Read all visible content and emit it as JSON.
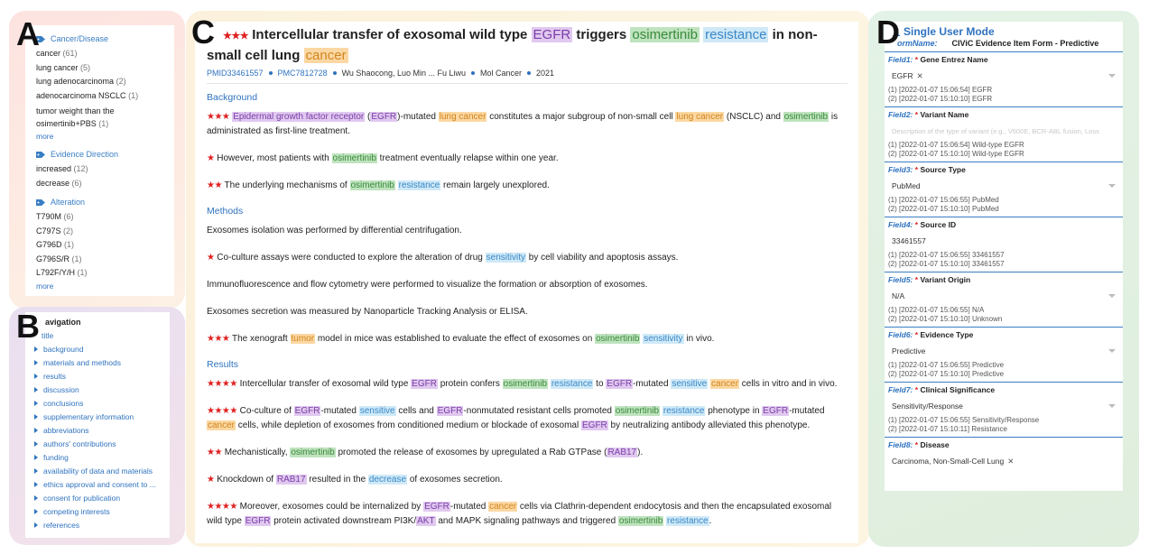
{
  "letters": {
    "a": "A",
    "b": "B",
    "c": "C",
    "d": "D"
  },
  "facets": {
    "cancer_disease": {
      "title": "Cancer/Disease",
      "items": [
        {
          "label": "cancer",
          "count": "(61)"
        },
        {
          "label": "lung cancer",
          "count": "(5)"
        },
        {
          "label": "lung adenocarcinoma",
          "count": "(2)"
        },
        {
          "label": "adenocarcinoma NSCLC",
          "count": "(1)"
        },
        {
          "label": "tumor weight than the osimertinib+PBS",
          "count": "(1)"
        }
      ],
      "more": "more"
    },
    "evidence_direction": {
      "title": "Evidence Direction",
      "items": [
        {
          "label": "increased",
          "count": "(12)"
        },
        {
          "label": "decrease",
          "count": "(6)"
        }
      ]
    },
    "alteration": {
      "title": "Alteration",
      "items": [
        {
          "label": "T790M",
          "count": "(6)"
        },
        {
          "label": "C797S",
          "count": "(2)"
        },
        {
          "label": "G796D",
          "count": "(1)"
        },
        {
          "label": "G796S/R",
          "count": "(1)"
        },
        {
          "label": "L792F/Y/H",
          "count": "(1)"
        }
      ],
      "more": "more"
    }
  },
  "navigation": {
    "title": "Navigation",
    "title_visible": "avigation",
    "top": "title",
    "items": [
      "background",
      "materials and methods",
      "results",
      "discussion",
      "conclusions",
      "supplementary information",
      "abbreviations",
      "authors' contributions",
      "funding",
      "availability of data and materials",
      "ethics approval and consent to ...",
      "consent for publication",
      "competing interests",
      "references"
    ]
  },
  "article": {
    "title_stars": "★★★",
    "title": {
      "t1": "Intercellular transfer of exosomal wild type ",
      "egfr": "EGFR",
      "t2": " triggers ",
      "osim": "osimertinib",
      "sp": " ",
      "res": "resistance",
      "t3": " in non-small cell lung ",
      "cancer": "cancer"
    },
    "pmid": "PMID33461557",
    "pmc": "PMC7812728",
    "authors": "Wu Shaocong, Luo Min ... Fu Liwu",
    "journal": "Mol Cancer",
    "year": "2021",
    "sections": {
      "background": "Background",
      "methods": "Methods",
      "results": "Results"
    },
    "s1": {
      "stars": "★★★",
      "a": "Epidermal growth factor receptor",
      "b": " (",
      "c": "EGFR",
      "d": ")-mutated ",
      "e": "lung cancer",
      "f": " constitutes a major subgroup of non-small cell ",
      "g": "lung cancer",
      "h": " (NSCLC) and ",
      "i": "osimertinib",
      "j": " is administrated as first-line treatment."
    },
    "s2": {
      "stars": "★",
      "a": " However, most patients with ",
      "b": "osimertinib",
      "c": " treatment eventually relapse within one year."
    },
    "s3": {
      "stars": "★★",
      "a": " The underlying mechanisms of ",
      "b": "osimertinib",
      "c": " ",
      "d": "resistance",
      "e": " remain largely unexplored."
    },
    "m1": "Exosomes isolation was performed by differential centrifugation.",
    "m2": {
      "stars": "★",
      "a": " Co-culture assays were conducted to explore the alteration of drug ",
      "b": "sensitivity",
      "c": " by cell viability and apoptosis assays."
    },
    "m3": "Immunofluorescence and flow cytometry were performed to visualize the formation or absorption of exosomes.",
    "m4": "Exosomes secretion was measured by Nanoparticle Tracking Analysis or ELISA.",
    "m5": {
      "stars": "★★★",
      "a": " The xenograft ",
      "b": "tumor",
      "c": " model in mice was established to evaluate the effect of exosomes on ",
      "d": "osimertinib",
      "e": " ",
      "f": "sensitivity",
      "g": " in vivo."
    },
    "r1": {
      "stars": "★★★★",
      "a": " Intercellular transfer of exosomal wild type ",
      "b": "EGFR",
      "c": " protein confers ",
      "d": "osimertinib",
      "e": " ",
      "f": "resistance",
      "g": " to ",
      "h": "EGFR",
      "i": "-mutated ",
      "j": "sensitive",
      "k": " ",
      "l": "cancer",
      "m": " cells in vitro and in vivo."
    },
    "r2": {
      "stars": "★★★★",
      "a": " Co-culture of ",
      "b": "EGFR",
      "c": "-mutated ",
      "d": "sensitive",
      "e": " cells and ",
      "f": "EGFR",
      "g": "-nonmutated resistant cells promoted ",
      "h": "osimertinib",
      "i": " ",
      "j": "resistance",
      "k": " phenotype in ",
      "l": "EGFR",
      "m": "-mutated ",
      "n": "cancer",
      "o": " cells, while depletion of exosomes from conditioned medium or blockade of exosomal ",
      "p": "EGFR",
      "q": " by neutralizing antibody alleviated this phenotype."
    },
    "r3": {
      "stars": "★★",
      "a": " Mechanistically, ",
      "b": "osimertinib",
      "c": " promoted the release of exosomes by upregulated a Rab GTPase (",
      "d": "RAB17",
      "e": ")."
    },
    "r4": {
      "stars": "★",
      "a": " Knockdown of ",
      "b": "RAB17",
      "c": " resulted in the ",
      "d": "decrease",
      "e": " of exosomes secretion."
    },
    "r5": {
      "stars": "★★★★",
      "a": " Moreover, exosomes could be internalized by ",
      "b": "EGFR",
      "c": "-mutated ",
      "d": "cancer",
      "e": " cells via Clathrin-dependent endocytosis and then the encapsulated exosomal wild type ",
      "f": "EGFR",
      "g": " protein activated downstream PI3K/",
      "h": "AKT",
      "i": " and MAPK signaling pathways and triggered ",
      "j": "osimertinib",
      "k": " ",
      "l": "resistance",
      "m": "."
    }
  },
  "form": {
    "mode": "Single User Mode",
    "form_name_label": "FormName:",
    "form_name_label_visible": "ormName:",
    "form_name": "CIViC Evidence Item Form - Predictive",
    "fields": [
      {
        "num": "Field1:",
        "req": "*",
        "label": "Gene Entrez Name",
        "value": "EGFR",
        "tag": true,
        "placeholder": "",
        "h1": "(1) [2022-01-07 15:06:54] EGFR",
        "h2": "(2) [2022-01-07 15:10:10] EGFR"
      },
      {
        "num": "Field2:",
        "req": "*",
        "label": "Variant Name",
        "value": "",
        "tag": false,
        "placeholder": "Description of the type of variant (e.g., V600E, BCR-ABL fusion, Loss",
        "h1": "(1) [2022-01-07 15:06:54] Wild-type EGFR",
        "h2": "(2) [2022-01-07 15:10:10] Wild-type EGFR"
      },
      {
        "num": "Field3:",
        "req": "*",
        "label": "Source Type",
        "value": "PubMed",
        "tag": false,
        "placeholder": "",
        "h1": "(1) [2022-01-07 15:06:55] PubMed",
        "h2": "(2) [2022-01-07 15:10:10] PubMed"
      },
      {
        "num": "Field4:",
        "req": "*",
        "label": "Source ID",
        "value": "33461557",
        "tag": false,
        "placeholder": "",
        "h1": "(1) [2022-01-07 15:06:55] 33461557",
        "h2": "(2) [2022-01-07 15:10:10] 33461557"
      },
      {
        "num": "Field5:",
        "req": "*",
        "label": "Variant Origin",
        "value": "N/A",
        "tag": false,
        "placeholder": "",
        "h1": "(1) [2022-01-07 15:06:55] N/A",
        "h2": "(2) [2022-01-07 15:10:10] Unknown"
      },
      {
        "num": "Field6:",
        "req": "*",
        "label": "Evidence Type",
        "value": "Predictive",
        "tag": false,
        "placeholder": "",
        "h1": "(1) [2022-01-07 15:06:55] Predictive",
        "h2": "(2) [2022-01-07 15:10:10] Predictive"
      },
      {
        "num": "Field7:",
        "req": "*",
        "label": "Clinical Significance",
        "value": "Sensitivity/Response",
        "tag": false,
        "placeholder": "",
        "h1": "(1) [2022-01-07 15:06:55] Sensitivity/Response",
        "h2": "(2) [2022-01-07 15:10:11] Resistance"
      },
      {
        "num": "Field8:",
        "req": "*",
        "label": "Disease",
        "value": "Carcinoma, Non-Small-Cell Lung",
        "tag": true,
        "placeholder": "",
        "h1": "",
        "h2": ""
      }
    ],
    "remove_glyph": "✕"
  },
  "colors": {
    "link": "#2f73c0",
    "star": "#e02020",
    "drug": "#bfe3bf",
    "effect": "#cfe9f7",
    "disease": "#fbd8a3",
    "gene": "#e0c8ef"
  }
}
